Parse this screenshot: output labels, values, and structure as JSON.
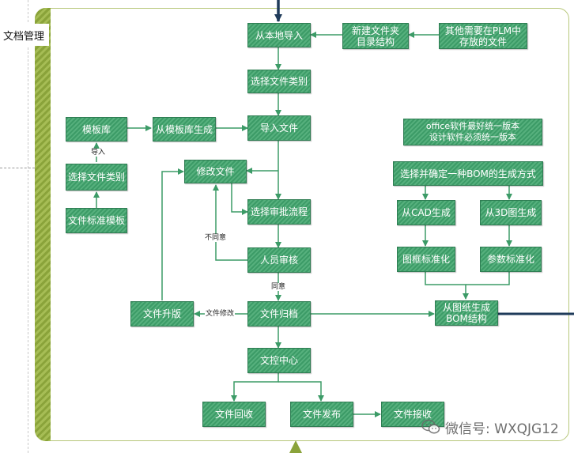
{
  "page": {
    "section_label": "文档管理",
    "watermark": "微信号: WXQJG12"
  },
  "colors": {
    "node_fill": "#4fac78",
    "node_border": "#2f7d53",
    "edge": "#3c9b67",
    "dark_arrow": "#1f3b5a",
    "frame_green": "#8aa33a"
  },
  "nodes": {
    "import_local": "从本地导入",
    "new_folder": "新建文件夹\n目录结构",
    "other_files": "其他需要在PLM中\n存放的文件",
    "select_category": "选择文件类别",
    "template_lib": "模板库",
    "gen_from_template": "从模板库生成",
    "import_file": "导入文件",
    "select_category_2": "选择文件类别",
    "template_doc": "文件标准模板",
    "modify_file": "修改文件",
    "select_approval": "选择审批流程",
    "reviewer": "人员审核",
    "archive": "文件归档",
    "upgrade": "文件升版",
    "control_center": "文控中心",
    "recall": "文件回收",
    "publish": "文件发布",
    "receive": "文件接收",
    "version_note": "office软件最好统一版本\n设计软件必须统一版本",
    "choose_bom": "选择并确定一种BOM的生成方式",
    "from_cad": "从CAD生成",
    "from_3d": "从3D图生成",
    "title_std": "图框标准化",
    "param_std": "参数标准化",
    "drawing_bom": "从图纸生成\nBOM结构"
  },
  "edge_labels": {
    "import_up": "导入",
    "disagree": "不同意",
    "agree": "同意",
    "file_modify": "文件修改"
  }
}
